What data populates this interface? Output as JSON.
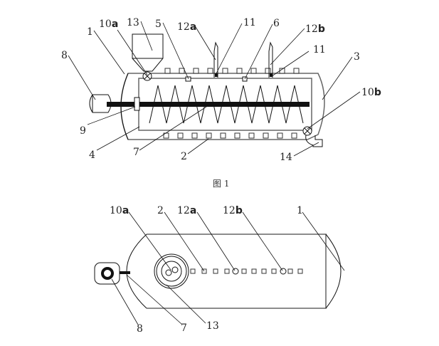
{
  "figure1": {
    "caption": "图 1",
    "labels": {
      "l1": "1",
      "l2": "2",
      "l3": "3",
      "l4": "4",
      "l5": "5",
      "l6": "6",
      "l7": "7",
      "l8": "8",
      "l9": "9",
      "l10a_num": "10",
      "l10a_suf": "a",
      "l10b_num": "10",
      "l10b_suf": "b",
      "l11a": "11",
      "l11b": "11",
      "l12a_num": "12",
      "l12a_suf": "a",
      "l12b_num": "12",
      "l12b_suf": "b",
      "l13": "13",
      "l14": "14"
    }
  },
  "figure2": {
    "labels": {
      "l10a_num": "10",
      "l10a_suf": "a",
      "l2": "2",
      "l12a_num": "12",
      "l12a_suf": "a",
      "l12b_num": "12",
      "l12b_suf": "b",
      "l1": "1",
      "l8": "8",
      "l7": "7",
      "l13": "13"
    }
  }
}
